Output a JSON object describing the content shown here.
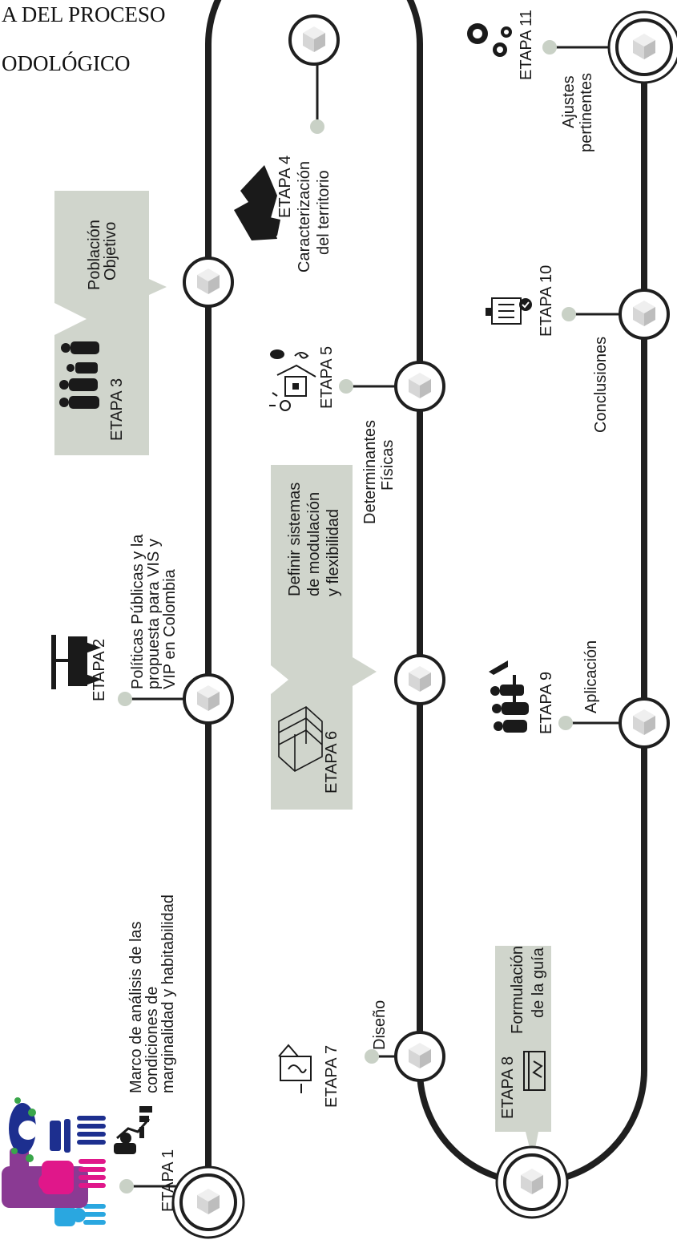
{
  "title": {
    "line1": "A DEL PROCESO",
    "line2": "ODOLÓGICO"
  },
  "stages": [
    {
      "id": 1,
      "label": "ETAPA 1",
      "icon": "analysis-chart-icon",
      "desc": [
        "Marco de análisis de las",
        "condiciones de",
        "marginalidad y habitabilidad"
      ]
    },
    {
      "id": 2,
      "label": "ETAPA 2",
      "icon": "balance-scale-icon",
      "desc": [
        "Políticas Públicas y la",
        "propuesta para VIS y",
        "VIP en Colombia"
      ]
    },
    {
      "id": 3,
      "label": "ETAPA 3",
      "icon": "family-icon",
      "desc": [
        "Población",
        "Objetivo"
      ]
    },
    {
      "id": 4,
      "label": "ETAPA 4",
      "icon": "mountains-icon",
      "desc": [
        "Caracterización",
        "del territorio"
      ]
    },
    {
      "id": 5,
      "label": "ETAPA 5",
      "icon": "house-weather-icon",
      "desc": [
        "Determinantes",
        "Físicas"
      ]
    },
    {
      "id": 6,
      "label": "ETAPA 6",
      "icon": "modular-cube-icon",
      "desc": [
        "Definir sistemas",
        "de modulación",
        "y flexibilidad"
      ]
    },
    {
      "id": 7,
      "label": "ETAPA 7",
      "icon": "house-design-icon",
      "desc": [
        "Diseño"
      ]
    },
    {
      "id": 8,
      "label": "ETAPA 8",
      "icon": "guide-book-icon",
      "desc": [
        "Formulación",
        "de la guía"
      ]
    },
    {
      "id": 9,
      "label": "ETAPA 9",
      "icon": "community-house-icon",
      "desc": [
        "Aplicación"
      ]
    },
    {
      "id": 10,
      "label": "ETAPA 10",
      "icon": "checklist-icon",
      "desc": [
        "Conclusiones"
      ]
    },
    {
      "id": 11,
      "label": "ETAPA 11",
      "icon": "gears-icon",
      "desc": [
        "Ajustes",
        "pertinentes"
      ]
    }
  ],
  "colors": {
    "track": "#1f1f1f",
    "box": "#d0d5cc",
    "dot": "#c9d1c6",
    "node_fill": "#ffffff",
    "cube_top": "#efefef",
    "cube_left": "#d6d6d6",
    "cube_right": "#bdbdbd",
    "people_magenta": "#e0178a",
    "people_blue": "#1d2f8f",
    "people_cyan": "#2aa7e0",
    "people_purple": "#8a3a93"
  }
}
